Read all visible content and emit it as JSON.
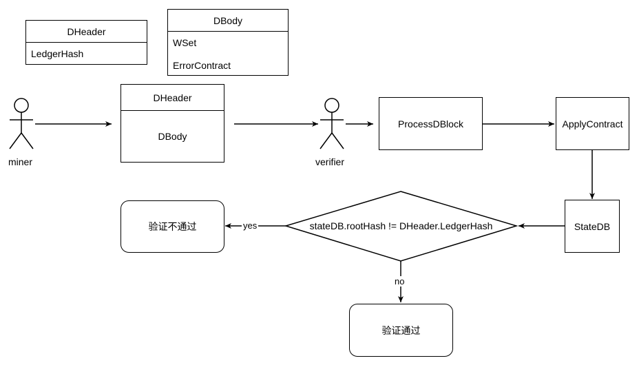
{
  "legend_header": {
    "title": "DHeader",
    "fields": [
      "LedgerHash"
    ]
  },
  "legend_body": {
    "title": "DBody",
    "fields": [
      "WSet",
      "ErrorContract"
    ]
  },
  "actors": {
    "miner": "miner",
    "verifier": "verifier"
  },
  "block": {
    "header": "DHeader",
    "body": "DBody"
  },
  "nodes": {
    "process": "ProcessDBlock",
    "apply": "ApplyContract",
    "statedb": "StateDB",
    "decision": "stateDB.rootHash != DHeader.LedgerHash",
    "fail": "验证不通过",
    "pass": "验证通过"
  },
  "edges": {
    "yes": "yes",
    "no": "no"
  }
}
